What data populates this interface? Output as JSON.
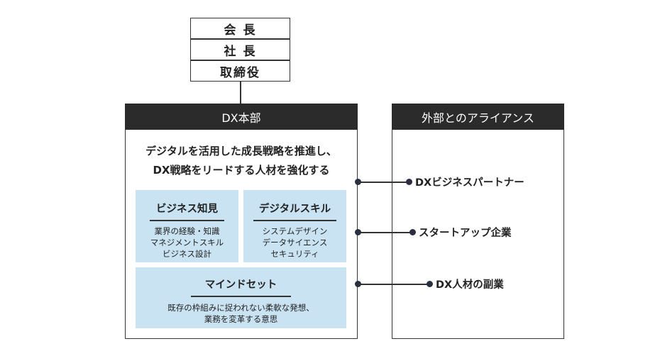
{
  "executives": [
    "会 長",
    "社 長",
    "取締役"
  ],
  "dx_hq": {
    "header": "DX本部",
    "mission_line1": "デジタルを活用した成長戦略を推進し、",
    "mission_line2": "DX戦略をリードする人材を強化する",
    "business_knowledge": {
      "title": "ビジネス知見",
      "items": [
        "業界の経験・知識",
        "マネジメントスキル",
        "ビジネス設計"
      ]
    },
    "digital_skill": {
      "title": "デジタルスキル",
      "items": [
        "システムデザイン",
        "データサイエンス",
        "セキュリティ"
      ]
    },
    "mindset": {
      "title": "マインドセット",
      "items": [
        "既存の枠組みに捉われない柔軟な発想、",
        "業務を変革する意思"
      ]
    }
  },
  "external": {
    "header": "外部とのアライアンス",
    "items": [
      "DXビジネスパートナー",
      "スタートアップ企業",
      "DX人材の副業"
    ]
  },
  "colors": {
    "header_bg": "#2b2b2b",
    "skill_box_bg": "#c9e3f3",
    "connector": "#2a2f3f"
  }
}
